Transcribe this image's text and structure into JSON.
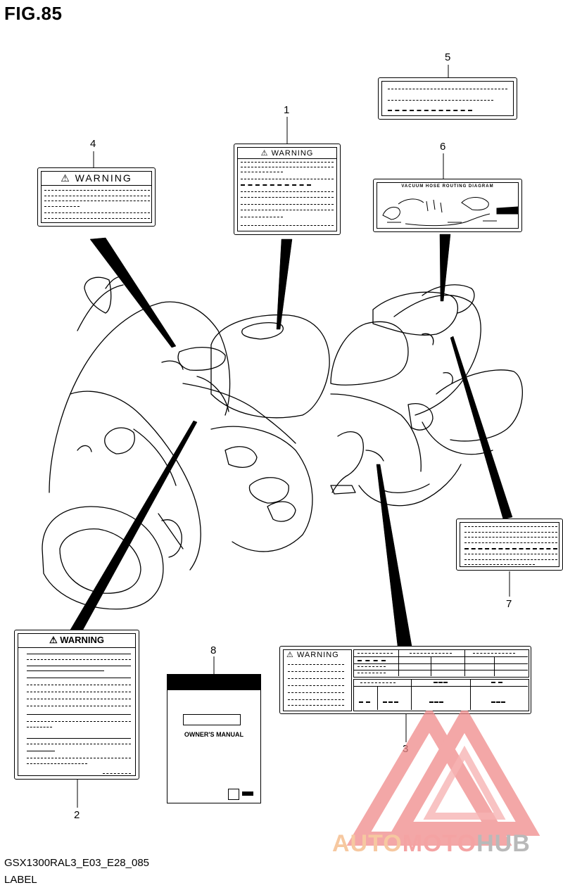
{
  "figure": {
    "title": "FIG.85"
  },
  "footer": {
    "code": "GSX1300RAL3_E03_E28_085",
    "caption": "LABEL"
  },
  "callouts": [
    "1",
    "2",
    "3",
    "4",
    "5",
    "6",
    "7",
    "8"
  ],
  "labels": {
    "warning_text": "WARNING",
    "warning_sym": "⚠",
    "diagram_title": "VACUUM HOSE ROUTING DIAGRAM",
    "manual_title": "OWNER'S MANUAL"
  },
  "watermark": {
    "part1": "AUTO",
    "part2": "MOTO",
    "part3": "HUB"
  }
}
